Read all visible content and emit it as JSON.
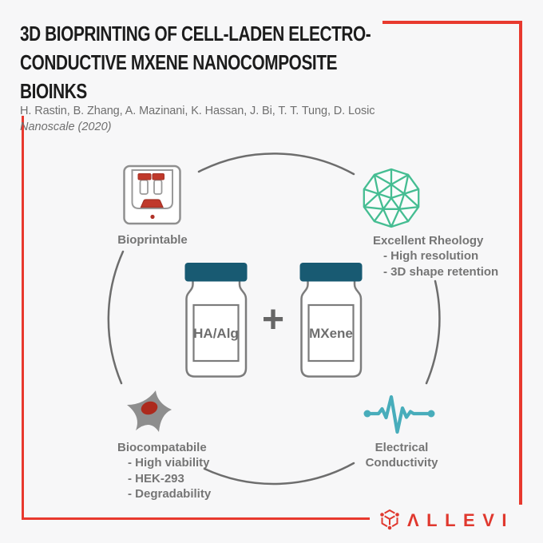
{
  "header": {
    "title_lines": [
      "3D BIOPRINTING OF CELL-LADEN ELECTRO-",
      "CONDUCTIVE MXENE NANOCOMPOSITE",
      "BIOINKS"
    ],
    "authors": "H. Rastin, B. Zhang, A. Mazinani, K. Hassan, J. Bi, T. T. Tung, D. Losic",
    "journal": "Nanoscale (2020)"
  },
  "center": {
    "vial_left_label": "HA/Alg",
    "vial_right_label": "MXene",
    "plus": "+"
  },
  "features": {
    "bioprintable": {
      "label": "Bioprintable",
      "icon": "bioprinter-icon"
    },
    "rheology": {
      "label": "Excellent Rheology",
      "items": [
        "- High resolution",
        "- 3D shape retention"
      ],
      "icon": "geodesic-sphere-icon"
    },
    "biocompatible": {
      "label": "Biocompatabile",
      "items": [
        "- High viability",
        "- HEK-293",
        "- Degradability"
      ],
      "icon": "cell-icon"
    },
    "electrical": {
      "label": "Electrical Conductivity",
      "icon": "pulse-icon"
    }
  },
  "footer": {
    "brand_name": "ALLEVI",
    "brand_display": "ΛLLEVI"
  },
  "colors": {
    "accent_red": "#e8392e",
    "brand_red": "#e0382e",
    "printer_red": "#c0392b",
    "green": "#45bd92",
    "teal": "#48adbb",
    "vial_cap_navy": "#185a72",
    "text_dark": "#1c1c1c",
    "text_gray": "#757575",
    "arc_gray": "#5d5d5d",
    "background": "#f7f7f8"
  }
}
